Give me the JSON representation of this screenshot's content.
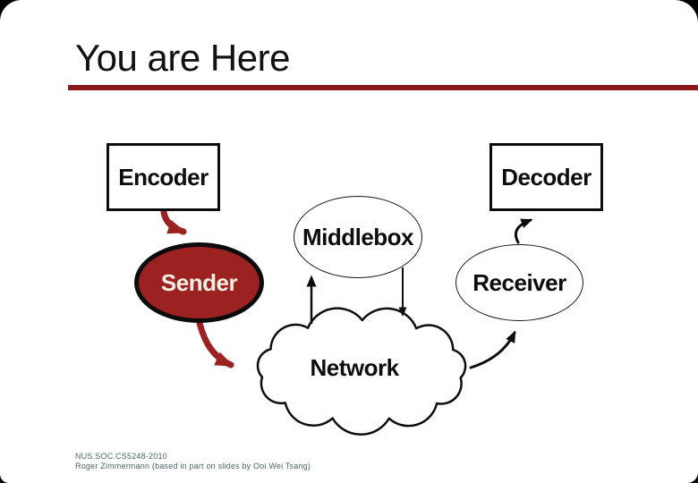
{
  "slide": {
    "title": "You are Here",
    "footer": {
      "line1": "NUS.SOC.CS5248-2010",
      "line2": "Roger Zimmermann (based in part on slides by Ooi Wei Tsang)"
    },
    "colors": {
      "accent_red": "#8c1717",
      "arrow_red": "#9c2121",
      "sender_fill": "#9c2121",
      "sender_text": "#f2ede1",
      "outline_black": "#0d0d0d",
      "footer_text": "#4f6565",
      "background": "#ffffff",
      "frame": "#000000"
    },
    "diagram": {
      "nodes": [
        {
          "id": "encoder",
          "label": "Encoder",
          "shape": "rect"
        },
        {
          "id": "decoder",
          "label": "Decoder",
          "shape": "rect"
        },
        {
          "id": "middlebox",
          "label": "Middlebox",
          "shape": "ellipse"
        },
        {
          "id": "sender",
          "label": "Sender",
          "shape": "ellipse"
        },
        {
          "id": "receiver",
          "label": "Receiver",
          "shape": "ellipse"
        },
        {
          "id": "network",
          "label": "Network",
          "shape": "cloud"
        }
      ],
      "edges": [
        {
          "from": "encoder",
          "to": "sender",
          "style": "thick-red-curved-arrow"
        },
        {
          "from": "sender",
          "to": "network",
          "style": "thick-red-curved-arrow"
        },
        {
          "from": "network",
          "to": "middlebox",
          "style": "black-straight-arrow-up"
        },
        {
          "from": "middlebox",
          "to": "network",
          "style": "black-straight-arrow-down"
        },
        {
          "from": "network",
          "to": "receiver",
          "style": "black-curved-arrow"
        },
        {
          "from": "receiver",
          "to": "decoder",
          "style": "black-curved-arrow"
        }
      ]
    }
  }
}
